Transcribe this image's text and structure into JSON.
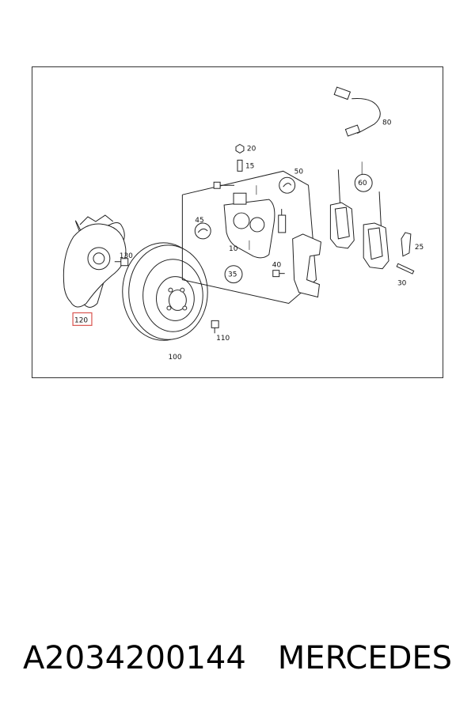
{
  "diagram": {
    "callouts": {
      "c10": "10",
      "c15": "15",
      "c20": "20",
      "c25": "25",
      "c30": "30",
      "c35": "35",
      "c40": "40",
      "c45": "45",
      "c50": "50",
      "c60": "60",
      "c80": "80",
      "c100": "100",
      "c110": "110",
      "c120": "120",
      "c130": "130"
    },
    "highlight_color": "#d9534f"
  },
  "caption": {
    "part_number": "A2034200144",
    "brand": "MERCEDES"
  }
}
